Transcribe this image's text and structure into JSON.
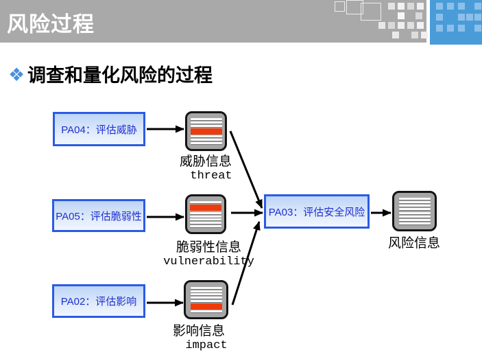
{
  "header": {
    "title": "风险过程"
  },
  "heading": {
    "bullet_icon": "❖",
    "text": "调查和量化风险的过程"
  },
  "process_boxes": [
    {
      "id": "pa04",
      "label": "PA04：评估威胁"
    },
    {
      "id": "pa05",
      "label": "PA05：评估脆弱性"
    },
    {
      "id": "pa02",
      "label": "PA02：评估影响"
    },
    {
      "id": "pa03",
      "label": "PA03：评估安全风险"
    }
  ],
  "documents": [
    {
      "id": "threat",
      "label_cn": "威胁信息",
      "label_en": "threat",
      "lines": 7,
      "red_line": 4
    },
    {
      "id": "vulnerability",
      "label_cn": "脆弱性信息",
      "label_en": "vulnerability",
      "lines": 7,
      "red_line": 2
    },
    {
      "id": "impact",
      "label_cn": "影响信息",
      "label_en": "impact",
      "lines": 7,
      "red_line": 6
    },
    {
      "id": "risk",
      "label_cn": "风险信息",
      "label_en": "",
      "lines": 8,
      "red_line": 0
    }
  ],
  "colors": {
    "banner_gray": "#A9A9A9",
    "accent_blue": "#4A9CD9",
    "accent_square_blue": "#8CC0EA",
    "bullet_blue": "#4A90DC",
    "box_border": "#2B5BE2",
    "box_text": "#1F2FD0",
    "doc_gray": "#A6A6A6",
    "stripe_red": "#EE3B0C"
  }
}
